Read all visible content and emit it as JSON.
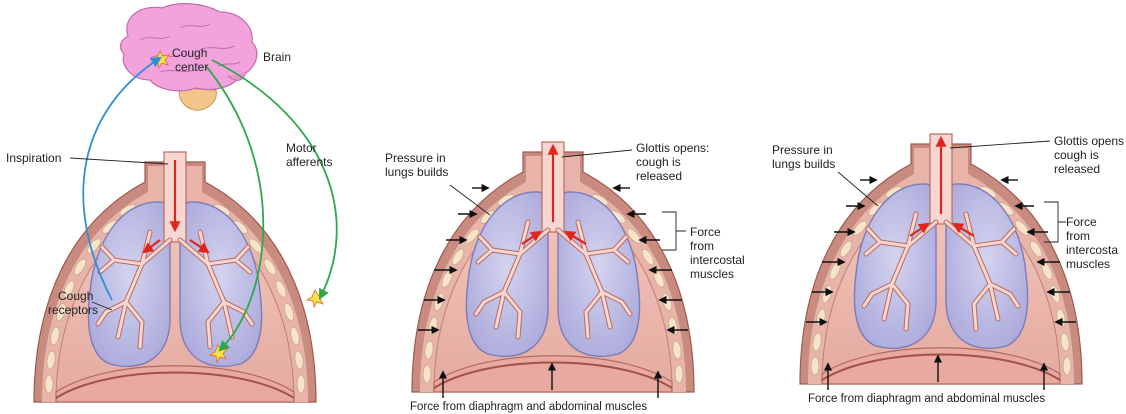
{
  "panel_1": {
    "brain_label": "Brain",
    "cough_center_line1": "Cough",
    "cough_center_line2": "center",
    "inspiration_label": "Inspiration",
    "motor_afferents_line1": "Motor",
    "motor_afferents_line2": "afferents",
    "cough_receptors_line1": "Cough",
    "cough_receptors_line2": "receptors"
  },
  "panel_2": {
    "pressure_line1": "Pressure in",
    "pressure_line2": "lungs builds",
    "glottis_line1": "Glottis opens:",
    "glottis_line2": "cough is",
    "glottis_line3": "released",
    "force_line1": "Force",
    "force_line2": "from",
    "force_line3": "intercostal",
    "force_line4": "muscles",
    "bottom_label": "Force from diaphragm and abdominal muscles"
  },
  "panel_3": {
    "pressure_line1": "Pressure in",
    "pressure_line2": "lungs builds",
    "glottis_line1": "Glottis opens",
    "glottis_line2": "cough is",
    "glottis_line3": "released",
    "force_line1": "Force",
    "force_line2": "from",
    "force_line3": "intercosta",
    "force_line4": "muscles",
    "bottom_label": "Force from diaphragm and abdominal muscles"
  },
  "colors": {
    "chest_wall": "#e9b3a8",
    "chest_outline": "#b86b60",
    "rib": "#f6e3c8",
    "lung_fill": "#b9b9e2",
    "lung_outline": "#7d7bb8",
    "airway_fill": "#f7d6d1",
    "airway_arrow": "#e0261c",
    "brain": "#f2a3dc",
    "brainstem": "#f2c68a",
    "afferent_blue": "#2f8fd6",
    "efferent_green": "#2ea84a",
    "force_arrow": "#111111"
  }
}
